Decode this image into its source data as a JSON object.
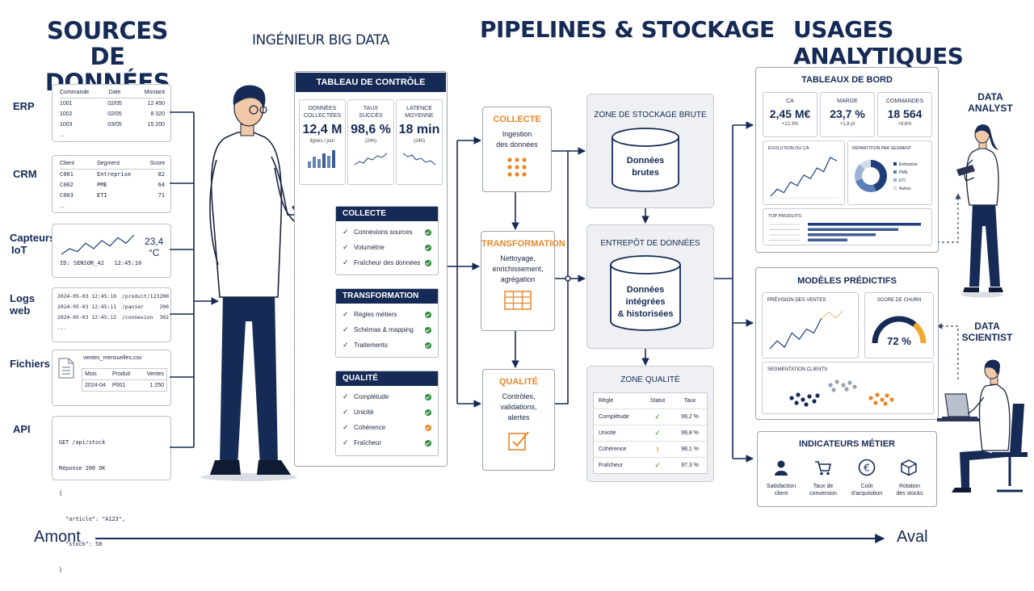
{
  "headers": {
    "sources": [
      "SOURCES DE",
      "DONNÉES"
    ],
    "engineer": "INGÉNIEUR BIG DATA",
    "pipelines": "PIPELINES & STOCKAGE",
    "usages": "USAGES ANALYTIQUES"
  },
  "sources": {
    "erp": {
      "label": "ERP",
      "columns": [
        "Commande",
        "Date",
        "Montant"
      ],
      "rows": [
        [
          "1001",
          "02/05",
          "12 450"
        ],
        [
          "1002",
          "02/05",
          "8 320"
        ],
        [
          "1003",
          "03/05",
          "15 200"
        ]
      ],
      "more": "..."
    },
    "crm": {
      "label": "CRM",
      "columns": [
        "Client",
        "Segment",
        "Score"
      ],
      "rows": [
        [
          "C001",
          "Entreprise",
          "82"
        ],
        [
          "C002",
          "PME",
          "64"
        ],
        [
          "C003",
          "ETI",
          "71"
        ]
      ],
      "more": "..."
    },
    "iot": {
      "label": [
        "Capteurs",
        "IoT"
      ],
      "value": "23,4",
      "unit": "°C",
      "id": "ID: SENSOR_42",
      "time": "12:45:10",
      "series": [
        4,
        6,
        5,
        8,
        6,
        9,
        7,
        10,
        8,
        11
      ]
    },
    "logs": {
      "label": [
        "Logs",
        "web"
      ],
      "rows": [
        [
          "2024-05-03 12:45:10",
          "/produit/123",
          "200"
        ],
        [
          "2024-05-03 12:45:11",
          "/panier",
          "200"
        ],
        [
          "2024-05-03 12:45:12",
          "/connexion",
          "302"
        ]
      ],
      "more": "..."
    },
    "files": {
      "label": "Fichiers",
      "filename": "ventes_mensuelles.csv",
      "columns": [
        "Mois",
        "Produit",
        "Ventes"
      ],
      "row": [
        "2024-04",
        "P001",
        "1 250"
      ]
    },
    "api": {
      "label": "API",
      "lines": [
        "GET /api/stock",
        "Réponse 200 OK",
        "{",
        "  \"article\": \"A123\",",
        "  \"stock\": 58",
        "}"
      ]
    }
  },
  "control": {
    "title": "TABLEAU DE CONTRÔLE",
    "kpis": [
      {
        "title": [
          "Données",
          "collectées"
        ],
        "value": "12,4 M",
        "sub": "lignes / jour"
      },
      {
        "title": [
          "Taux",
          "succès"
        ],
        "value": "98,6 %",
        "sub": "(24h)"
      },
      {
        "title": [
          "Latence",
          "moyenne"
        ],
        "value": "18 min",
        "sub": "(24h)"
      }
    ],
    "sections": [
      {
        "title": "COLLECTE",
        "items": [
          [
            "Connexions sources",
            "ok"
          ],
          [
            "Volumétrie",
            "ok"
          ],
          [
            "Fraîcheur des données",
            "ok"
          ]
        ]
      },
      {
        "title": "TRANSFORMATION",
        "items": [
          [
            "Règles métiers",
            "ok"
          ],
          [
            "Schémas & mapping",
            "ok"
          ],
          [
            "Traitements",
            "ok"
          ]
        ]
      },
      {
        "title": "QUALITÉ",
        "items": [
          [
            "Complétude",
            "ok"
          ],
          [
            "Unicité",
            "ok"
          ],
          [
            "Cohérence",
            "warn"
          ],
          [
            "Fraîcheur",
            "ok"
          ]
        ]
      }
    ]
  },
  "stages": [
    {
      "title": "COLLECTE",
      "desc": [
        "Ingestion",
        "des données"
      ],
      "icon": "dot-grid-icon"
    },
    {
      "title": "TRANSFORMATION",
      "desc": [
        "Nettoyage,",
        "enrichissement,",
        "agrégation"
      ],
      "icon": "table-icon"
    },
    {
      "title": "QUALITÉ",
      "desc": [
        "Contrôles,",
        "validations,",
        "alertes"
      ],
      "icon": "checkbox-icon"
    }
  ],
  "storage": {
    "raw": {
      "title": "ZONE DE STOCKAGE BRUTE",
      "cyl": [
        "Données",
        "brutes"
      ]
    },
    "dw": {
      "title": "ENTREPÔT DE DONNÉES",
      "cyl": [
        "Données",
        "intégrées",
        "& historisées"
      ]
    },
    "quality": {
      "title": "ZONE QUALITÉ",
      "columns": [
        "Règle",
        "Statut",
        "Taux"
      ],
      "rows": [
        [
          "Complétude",
          "✓",
          "99,2 %"
        ],
        [
          "Unicité",
          "✓",
          "99,8 %"
        ],
        [
          "Cohérence",
          "!",
          "98,1 %"
        ],
        [
          "Fraîcheur",
          "✓",
          "97,3 %"
        ]
      ]
    }
  },
  "dashboards": {
    "title": "TABLEAUX DE BORD",
    "kpis": [
      {
        "title": "CA",
        "value": "2,45 M€",
        "sub": "+12,3%"
      },
      {
        "title": "Marge",
        "value": "23,7 %",
        "sub": "+1,8 pt"
      },
      {
        "title": "Commandes",
        "value": "18 564",
        "sub": "+8,6%"
      }
    ],
    "ca_title": "ÉVOLUTION DU CA",
    "ca_series": [
      3,
      4,
      3.5,
      5,
      4.5,
      6,
      5.5,
      7,
      6.5,
      8.5,
      8
    ],
    "seg_title": "RÉPARTITION PAR SEGMENT",
    "segments": [
      {
        "name": "Entreprise",
        "value": 45,
        "color": "#1e3f7a"
      },
      {
        "name": "PME",
        "value": 25,
        "color": "#5a7fb8"
      },
      {
        "name": "ETI",
        "value": 18,
        "color": "#9cb3d6"
      },
      {
        "name": "Autres",
        "value": 12,
        "color": "#d3dcea"
      }
    ],
    "top_title": "TOP PRODUITS",
    "top_values": [
      100,
      80,
      60,
      35
    ]
  },
  "predictive": {
    "title": "MODÈLES PRÉDICTIFS",
    "forecast_title": "PRÉVISION DES VENTES",
    "forecast_actual": [
      3,
      4,
      3.2,
      5,
      4.2,
      5.5,
      5,
      6.8
    ],
    "forecast_pred": [
      6.8,
      7.6,
      6.9,
      7.9
    ],
    "churn_title": "SCORE DE CHURN",
    "churn_value": 72,
    "churn_label": "72 %",
    "seg_title": "SEGMENTATION CLIENTS"
  },
  "indicators": {
    "title": "INDICATEURS MÉTIER",
    "items": [
      {
        "label": [
          "Satisfaction",
          "client"
        ],
        "icon": "person-icon"
      },
      {
        "label": [
          "Taux de",
          "conversion"
        ],
        "icon": "cart-icon"
      },
      {
        "label": [
          "Coût",
          "d'acquisition"
        ],
        "icon": "euro-icon"
      },
      {
        "label": [
          "Rotation",
          "des stocks"
        ],
        "icon": "box-icon"
      }
    ]
  },
  "roles": {
    "analyst": [
      "DATA",
      "ANALYST"
    ],
    "scientist": [
      "DATA",
      "SCIENTIST"
    ]
  },
  "flow": {
    "start": "Amont",
    "end": "Aval"
  }
}
